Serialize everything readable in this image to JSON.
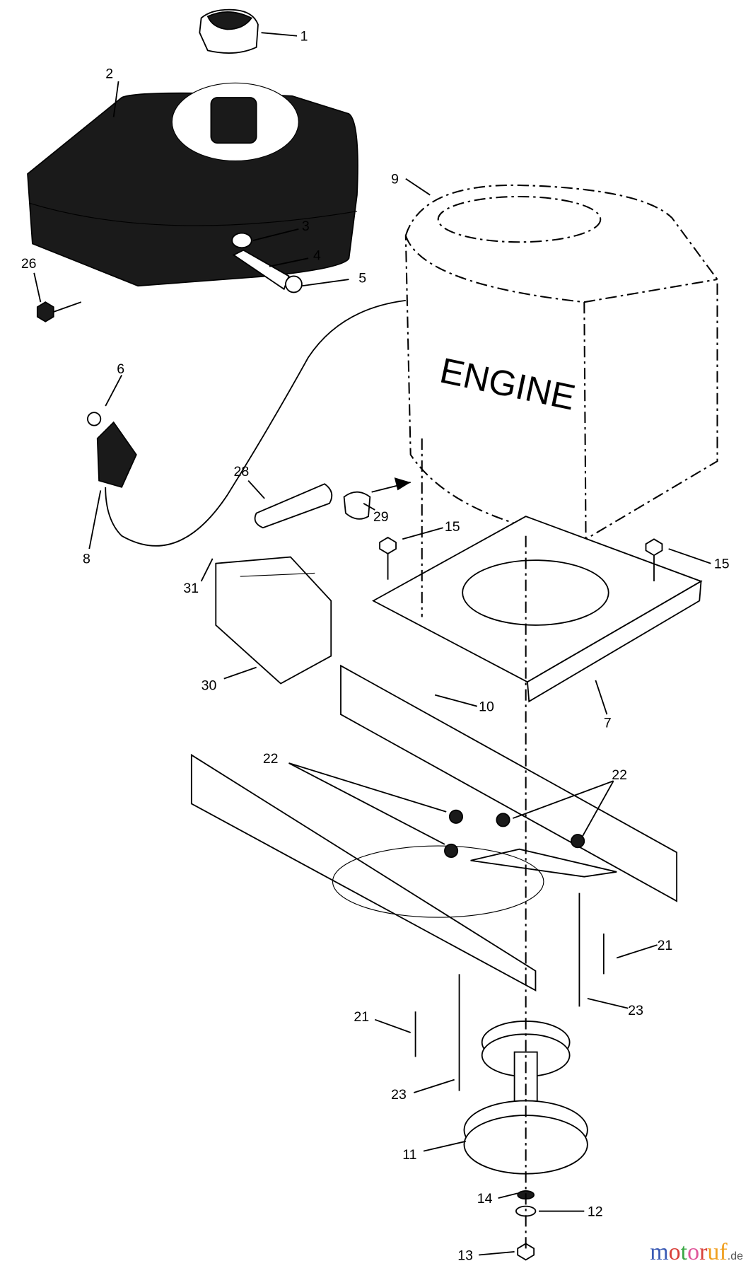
{
  "diagram": {
    "engine_text": "ENGINE",
    "callouts": [
      {
        "id": "c1",
        "text": "1"
      },
      {
        "id": "c2",
        "text": "2"
      },
      {
        "id": "c3",
        "text": "3"
      },
      {
        "id": "c4",
        "text": "4"
      },
      {
        "id": "c5",
        "text": "5"
      },
      {
        "id": "c26",
        "text": "26"
      },
      {
        "id": "c6",
        "text": "6"
      },
      {
        "id": "c8",
        "text": "8"
      },
      {
        "id": "c9",
        "text": "9"
      },
      {
        "id": "c28",
        "text": "28"
      },
      {
        "id": "c29",
        "text": "29"
      },
      {
        "id": "c15a",
        "text": "15"
      },
      {
        "id": "c15b",
        "text": "15"
      },
      {
        "id": "c31",
        "text": "31"
      },
      {
        "id": "c30",
        "text": "30"
      },
      {
        "id": "c10",
        "text": "10"
      },
      {
        "id": "c7",
        "text": "7"
      },
      {
        "id": "c22a",
        "text": "22"
      },
      {
        "id": "c22b",
        "text": "22"
      },
      {
        "id": "c21a",
        "text": "21"
      },
      {
        "id": "c23a",
        "text": "23"
      },
      {
        "id": "c21b",
        "text": "21"
      },
      {
        "id": "c23b",
        "text": "23"
      },
      {
        "id": "c11",
        "text": "11"
      },
      {
        "id": "c14",
        "text": "14"
      },
      {
        "id": "c12",
        "text": "12"
      },
      {
        "id": "c13",
        "text": "13"
      }
    ]
  },
  "watermark": {
    "brand": "motoruf",
    "suffix": ".de",
    "colors": [
      "#3b5bb5",
      "#d9413a",
      "#3aa845",
      "#e0559a",
      "#d9413a",
      "#f0a020",
      "#f0a020"
    ]
  }
}
